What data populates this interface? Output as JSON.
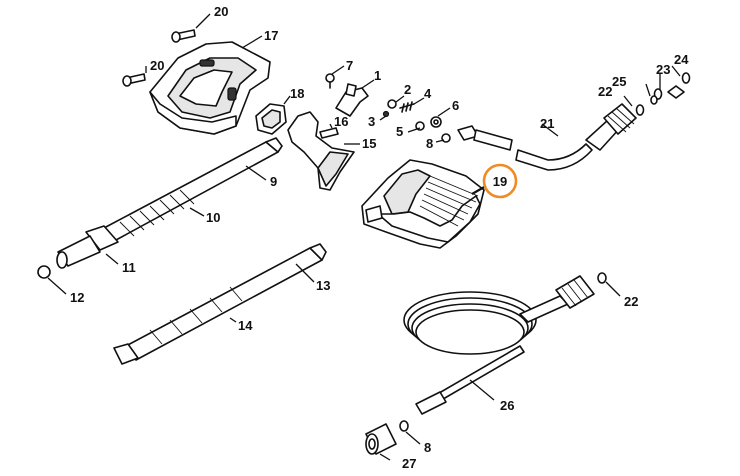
{
  "diagram": {
    "highlight_color": "#f08a24",
    "highlighted_callout": "19",
    "callouts": [
      {
        "id": "c1",
        "text": "1"
      },
      {
        "id": "c2",
        "text": "2"
      },
      {
        "id": "c3",
        "text": "3"
      },
      {
        "id": "c4",
        "text": "4"
      },
      {
        "id": "c5",
        "text": "5"
      },
      {
        "id": "c6",
        "text": "6"
      },
      {
        "id": "c7",
        "text": "7"
      },
      {
        "id": "c8a",
        "text": "8"
      },
      {
        "id": "c8b",
        "text": "8"
      },
      {
        "id": "c9",
        "text": "9"
      },
      {
        "id": "c10",
        "text": "10"
      },
      {
        "id": "c11",
        "text": "11"
      },
      {
        "id": "c12",
        "text": "12"
      },
      {
        "id": "c13",
        "text": "13"
      },
      {
        "id": "c14",
        "text": "14"
      },
      {
        "id": "c15",
        "text": "15"
      },
      {
        "id": "c16",
        "text": "16"
      },
      {
        "id": "c17",
        "text": "17"
      },
      {
        "id": "c18",
        "text": "18"
      },
      {
        "id": "c19",
        "text": "19"
      },
      {
        "id": "c20a",
        "text": "20"
      },
      {
        "id": "c20b",
        "text": "20"
      },
      {
        "id": "c21",
        "text": "21"
      },
      {
        "id": "c22a",
        "text": "22"
      },
      {
        "id": "c22b",
        "text": "22"
      },
      {
        "id": "c23",
        "text": "23"
      },
      {
        "id": "c24",
        "text": "24"
      },
      {
        "id": "c25",
        "text": "25"
      },
      {
        "id": "c26",
        "text": "26"
      },
      {
        "id": "c27",
        "text": "27"
      }
    ]
  }
}
